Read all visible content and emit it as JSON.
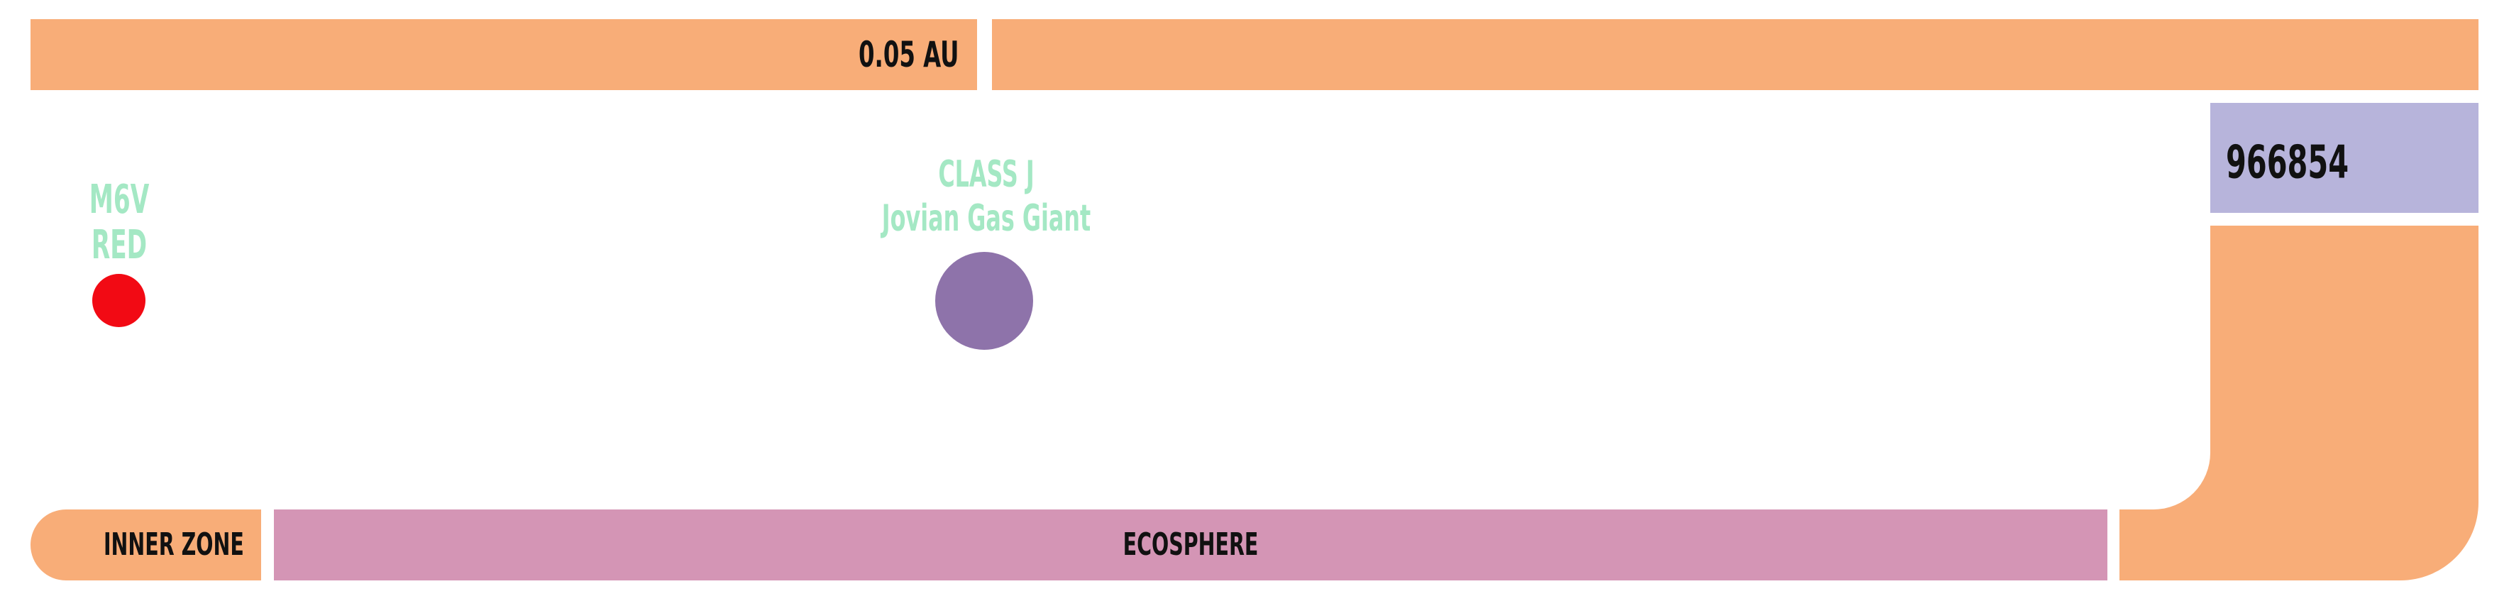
{
  "header": {
    "scale_label": "0.05 AU"
  },
  "side_panel": {
    "id_number": "966854"
  },
  "zones": {
    "inner_zone_label": "INNER ZONE",
    "ecosphere_label": "ECOSPHERE"
  },
  "star": {
    "spectral_class": "M6V",
    "color_name": "RED",
    "color": "#f20a14"
  },
  "planet": {
    "class_label": "CLASS J",
    "type_label": "Jovian Gas Giant",
    "color": "#8e73aa"
  },
  "colors": {
    "bar_orange": "#f8ad78",
    "panel_lavender": "#b7b4db",
    "ecosphere_pink": "#d495b5",
    "label_green": "#a4e8c4"
  }
}
